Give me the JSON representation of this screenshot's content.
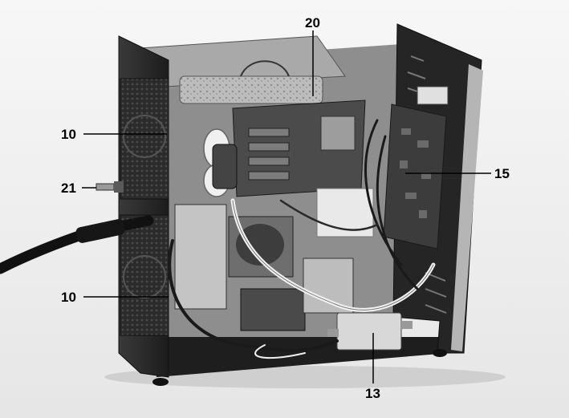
{
  "image": {
    "subject": "photo-of-open-electronic-unit",
    "background_color": "#f4f4f4"
  },
  "callouts": {
    "label_20": "20",
    "label_10_upper": "10",
    "label_21": "21",
    "label_15": "15",
    "label_10_lower": "10",
    "label_13": "13"
  }
}
